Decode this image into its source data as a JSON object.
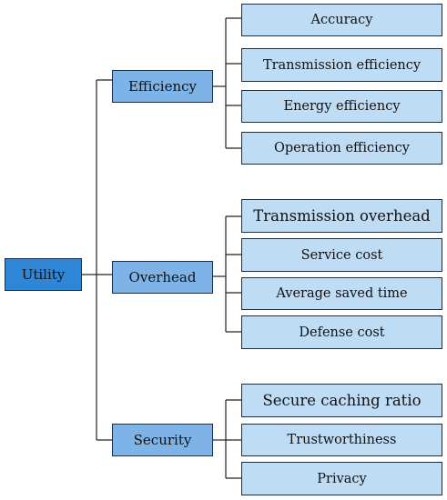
{
  "root": {
    "label": "Utility"
  },
  "categories": [
    {
      "label": "Efficiency",
      "metrics": [
        "Accuracy",
        "Transmission efficiency",
        "Energy efficiency",
        "Operation efficiency"
      ]
    },
    {
      "label": "Overhead",
      "metrics": [
        "Transmission overhead",
        "Service cost",
        "Average saved time",
        "Defense cost"
      ]
    },
    {
      "label": "Security",
      "metrics": [
        "Secure caching ratio",
        "Trustworthiness",
        "Privacy"
      ]
    }
  ],
  "colors": {
    "root_fill": "#2f86d6",
    "category_fill": "#7db3e6",
    "metric_fill": "#bfdcf5",
    "border": "#1c2f44",
    "connector": "#222222"
  }
}
